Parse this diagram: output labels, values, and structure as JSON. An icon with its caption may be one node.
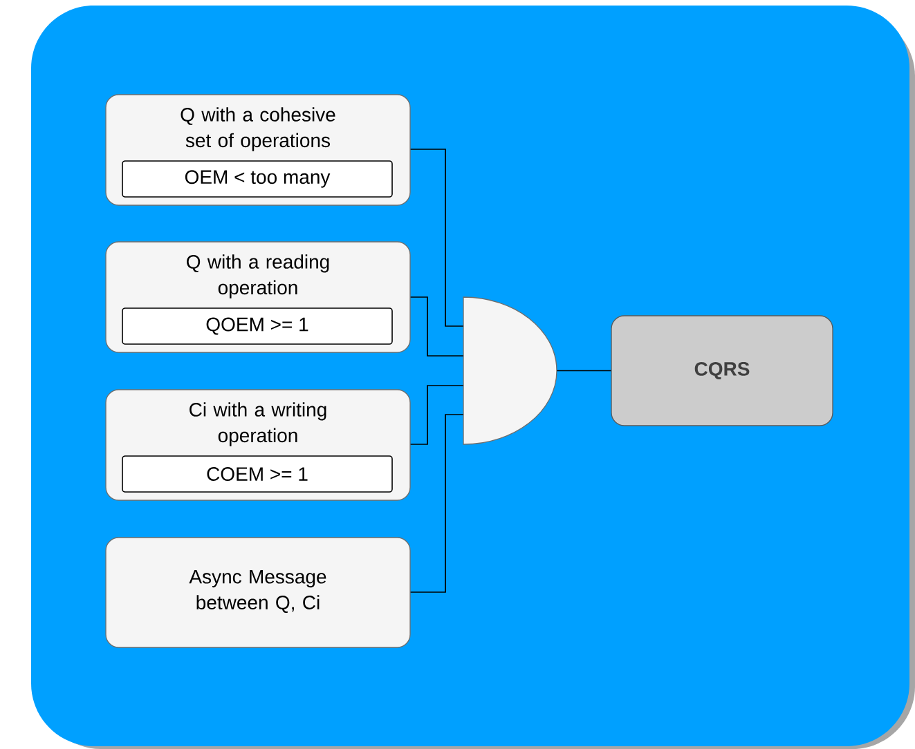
{
  "diagram": {
    "nodes": [
      {
        "text": [
          "Q with a cohesive set of operations"
        ]
      },
      {
        "text": [
          "OEM < too many"
        ],
        "in": 0
      },
      {
        "text": [
          "Q with a reading operation"
        ]
      },
      {
        "text": [
          "QOEM >= 1"
        ],
        "in": 2
      },
      {
        "text": [
          "Ci with a writing operation"
        ]
      },
      {
        "text": [
          "COEM >= 1"
        ],
        "in": 4
      },
      {
        "text": [
          "Async Message between Q, Ci"
        ]
      },
      {
        "text": [],
        "shape": "gate"
      },
      {
        "text": [
          "CQRS"
        ]
      }
    ],
    "edges": [
      {
        "from": 0,
        "to": 7,
        "arrow": "none"
      },
      {
        "from": 2,
        "to": 7,
        "arrow": "none"
      },
      {
        "from": 4,
        "to": 7,
        "arrow": "none"
      },
      {
        "from": 6,
        "to": 7,
        "arrow": "none"
      },
      {
        "from": 7,
        "to": 8,
        "arrow": "none"
      }
    ]
  }
}
